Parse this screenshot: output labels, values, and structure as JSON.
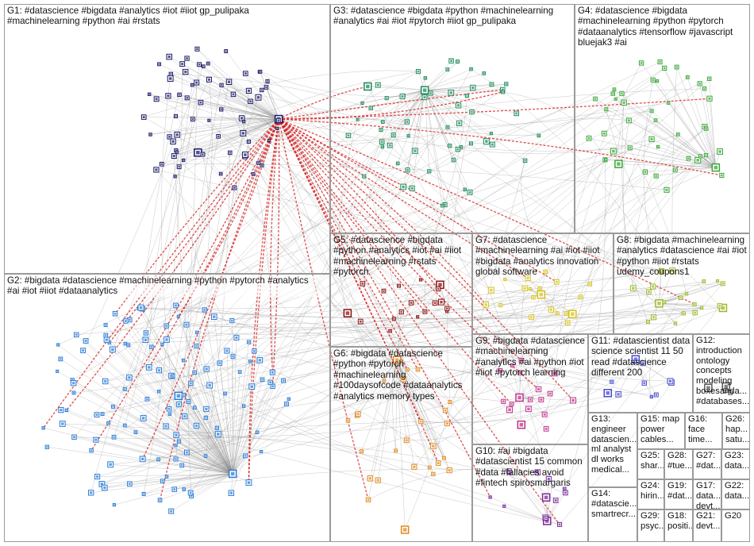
{
  "groups": [
    {
      "id": "G1",
      "label": "G1: #datascience #bigdata #analytics #iot #iiot gp_pulipaka\n#machinelearning #python #ai #rstats",
      "color": "#1a1a66"
    },
    {
      "id": "G2",
      "label": "G2: #bigdata #datascience #machinelearning #python #pytorch #analytics\n#ai #iot #iiot #dataanalytics",
      "color": "#2b7cd6"
    },
    {
      "id": "G3",
      "label": "G3: #datascience #bigdata #python #machinelearning\n#analytics #ai #iot #pytorch #iiot gp_pulipaka",
      "color": "#1f8a5a"
    },
    {
      "id": "G4",
      "label": "G4: #datascience #bigdata\n#machinelearning #python #pytorch\n#dataanalytics #tensorflow #javascript\nbluejak3 #ai",
      "color": "#3aa63a"
    },
    {
      "id": "G5",
      "label": "G5: #datascience #bigdata\n#python #analytics #iot #ai #iiot\n#machinelearning #rstats\n#pytorch",
      "color": "#8a1010"
    },
    {
      "id": "G6",
      "label": "G6: #bigdata #datascience\n#python #pytorch\n#machinelearning\n#100daysofcode #dataanalytics\n#analytics memory types",
      "color": "#e08a20"
    },
    {
      "id": "G7",
      "label": "G7: #datascience\n#machinelearning #ai #iot #iiot\n#bigdata #analytics innovation\nglobal software",
      "color": "#d6c21a"
    },
    {
      "id": "G8",
      "label": "G8: #bigdata #machinelearning\n#analytics #datascience #ai #iot\n#python #iiot #rstats\nudemy_coupons1",
      "color": "#9ab82a"
    },
    {
      "id": "G9",
      "label": "G9: #bigdata #datascience\n#machinelearning\n#analytics #ai #python #iot\n#iiot #pytorch learning",
      "color": "#c0308a"
    },
    {
      "id": "G10",
      "label": "G10: #ai #bigdata\n#datascientist 15 common\n#data #fallacies avoid\n#fintech spirosmargaris",
      "color": "#7a2a9a"
    },
    {
      "id": "G11",
      "label": "G11: #datascientist data\nscience scientist 11 50\nread #datascience\ndifferent 200",
      "color": "#4a4ad0"
    },
    {
      "id": "G12",
      "label": "G12:\nintroduction\nontology\nconcepts\nmodeling\nboxesanda...\n#databases...",
      "color": "#555555"
    },
    {
      "id": "G13",
      "label": "G13:\nengineer\ndatascien...\nml analyst\ndl works\nmedical...",
      "color": "#555555"
    },
    {
      "id": "G14",
      "label": "G14:\n#datascie...\nsmartrecr...",
      "color": "#555555"
    },
    {
      "id": "G15",
      "label": "G15: map\npower\ncables...",
      "color": "#555555"
    },
    {
      "id": "G16",
      "label": "G16:\nface\ntime...",
      "color": "#555555"
    },
    {
      "id": "G17",
      "label": "G17:\ndata...\ndevt...",
      "color": "#555555"
    },
    {
      "id": "G18",
      "label": "G18:\npositi...",
      "color": "#555555"
    },
    {
      "id": "G19",
      "label": "G19:\n#dat...",
      "color": "#555555"
    },
    {
      "id": "G20",
      "label": "G20",
      "color": "#555555"
    },
    {
      "id": "G21",
      "label": "G21:\ndevt...",
      "color": "#555555"
    },
    {
      "id": "G22",
      "label": "G22:\ndata...",
      "color": "#555555"
    },
    {
      "id": "G23",
      "label": "G23:\ndata...",
      "color": "#555555"
    },
    {
      "id": "G24",
      "label": "G24:\nhirin...",
      "color": "#555555"
    },
    {
      "id": "G25",
      "label": "G25:\nshar...",
      "color": "#555555"
    },
    {
      "id": "G26",
      "label": "G26:\nhap...\nsatu...",
      "color": "#555555"
    },
    {
      "id": "G27",
      "label": "G27:\n#dat...",
      "color": "#555555"
    },
    {
      "id": "G28",
      "label": "G28:\n#tue...",
      "color": "#555555"
    },
    {
      "id": "G29",
      "label": "G29:\npsyc...",
      "color": "#555555"
    }
  ],
  "colors": {
    "edge": "#8c8c8c",
    "intergroup_edge": "#d62020",
    "border": "#9a9a9a"
  }
}
